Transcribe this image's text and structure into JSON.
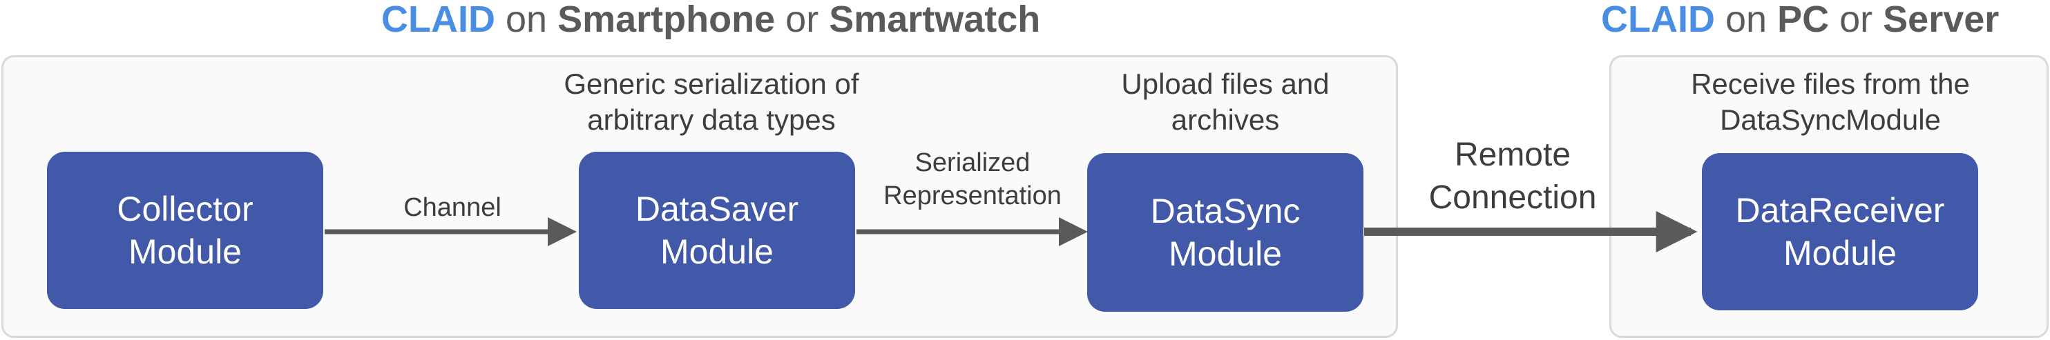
{
  "headings": {
    "left": {
      "claid": "CLAID",
      "on": "on",
      "device1": "Smartphone",
      "or": "or",
      "device2": "Smartwatch"
    },
    "right": {
      "claid": "CLAID",
      "on": "on",
      "device1": "PC",
      "or": "or",
      "device2": "Server"
    }
  },
  "modules": {
    "collector": {
      "line1": "Collector",
      "line2": "Module"
    },
    "datasaver": {
      "line1": "DataSaver",
      "line2": "Module"
    },
    "datasync": {
      "line1": "DataSync",
      "line2": "Module"
    },
    "datareceiver": {
      "line1": "DataReceiver",
      "line2": "Module"
    }
  },
  "captions": {
    "datasaver": {
      "line1": "Generic serialization of",
      "line2": "arbitrary data types"
    },
    "datasync": {
      "line1": "Upload files and",
      "line2": "archives"
    },
    "datareceiver": {
      "line1": "Receive files from the",
      "line2": "DataSyncModule"
    }
  },
  "edges": {
    "channel": {
      "line1": "Channel"
    },
    "serialized": {
      "line1": "Serialized",
      "line2": "Representation"
    },
    "remote": {
      "line1": "Remote",
      "line2": "Connection"
    }
  },
  "colors": {
    "claid": "#4a8ee3",
    "module_fill": "#4159a8",
    "panel_bg": "#fafafa",
    "panel_border": "#d9d9d9",
    "arrow": "#5a5a5a"
  }
}
